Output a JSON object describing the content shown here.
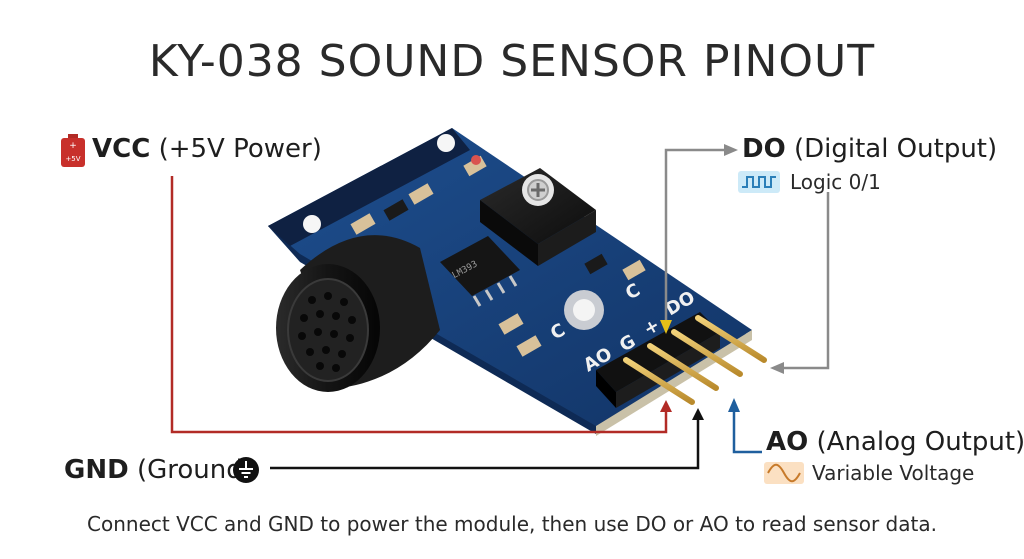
{
  "title": "KY-038 SOUND SENSOR PINOUT",
  "pins": {
    "vcc": {
      "name": "VCC",
      "desc": "(+5V Power)",
      "icon": "battery-icon",
      "icon_text": "+5V",
      "color": "#b22b26"
    },
    "gnd": {
      "name": "GND",
      "desc": "(Ground)",
      "icon": "ground-icon",
      "color": "#111111"
    },
    "do": {
      "name": "DO",
      "desc": "(Digital Output)",
      "sub": "Logic 0/1",
      "icon": "square-wave-icon",
      "color": "#7a7a7a"
    },
    "ao": {
      "name": "AO",
      "desc": "(Analog Output)",
      "sub": "Variable Voltage",
      "icon": "sine-wave-icon",
      "color": "#1f5f9e"
    }
  },
  "board_labels": {
    "ao": "AO",
    "g": "G",
    "plus": "+",
    "do": "DO",
    "chip": "LM393",
    "c1": "C",
    "c2": "C"
  },
  "footer": "Connect VCC and GND to power the module, then use DO or AO to read sensor data."
}
